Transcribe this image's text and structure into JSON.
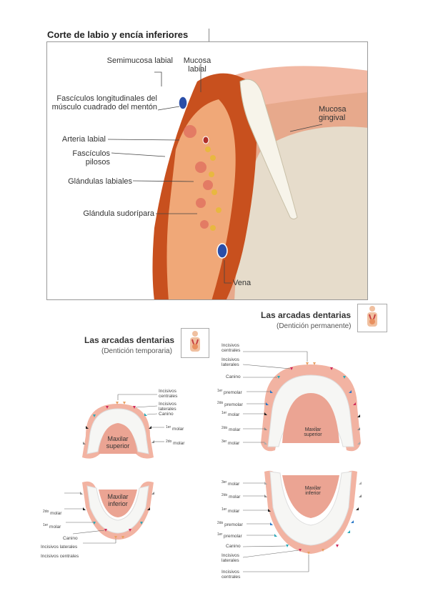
{
  "diagram": {
    "title": "Corte de labio y encía inferiores",
    "labels": {
      "semimucosa": "Semimucosa labial",
      "mucosa_labial": "Mucosa labial",
      "fasciculos_long": "Fascículos longitudinales del músculo cuadrado del mentón",
      "arteria": "Arteria labial",
      "fasciculos_pilosos": "Fascículos pilosos",
      "glandulas": "Glándulas labiales",
      "sudoripara": "Glándula sudorípara",
      "mucosa_gingival": "Mucosa gingival",
      "vena": "Vena"
    }
  },
  "permanent": {
    "title": "Las arcadas dentarias",
    "subtitle": "(Dentición permanente)",
    "upper_label": "Maxilar superior",
    "lower_label": "Maxilar inferior",
    "upper": {
      "inc_centrales": "Incisivos centrales",
      "inc_laterales": "Incisivos laterales",
      "canino": "Canino",
      "premolar1_num": "1er",
      "premolar1": "premolar",
      "premolar2_num": "2do",
      "premolar2": "premolar",
      "molar1_num": "1er",
      "molar1": "molar",
      "molar2_num": "2do",
      "molar2": "molar",
      "molar3_num": "3er",
      "molar3": "molar"
    },
    "lower": {
      "molar3_num": "3er",
      "molar3": "molar",
      "molar2_num": "2do",
      "molar2": "molar",
      "molar1_num": "1er",
      "molar1": "molar",
      "premolar2_num": "2do",
      "premolar2": "premolar",
      "premolar1_num": "1er",
      "premolar1": "premolar",
      "canino": "Canino",
      "inc_laterales": "Incisivos laterales",
      "inc_centrales": "Incisivos centrales"
    }
  },
  "temporary": {
    "title": "Las arcadas dentarias",
    "subtitle": "(Dentición temporaria)",
    "upper_label": "Maxilar superior",
    "lower_label": "Maxilar inferior",
    "upper": {
      "inc_centrales": "Incisivos centrales",
      "inc_laterales": "Incisivos laterales",
      "canino": "Canino",
      "molar1_num": "1er",
      "molar1": "molar",
      "molar2_num": "2do",
      "molar2": "molar"
    },
    "lower": {
      "molar2_num": "2do",
      "molar2": "molar",
      "molar1_num": "1er",
      "molar1": "molar",
      "canino": "Canino",
      "inc_laterales": "Incisivos laterales",
      "inc_centrales": "Incisivos centrales"
    }
  },
  "colors": {
    "tissue": "#c8501e",
    "tissue_light": "#f0a878",
    "bone": "#e6dccb",
    "gum": "#f2b3a2",
    "tooth": "#f7f7f5",
    "marker_cyan": "#2aa8b8",
    "marker_magenta": "#d0285a",
    "marker_orange": "#e8a060",
    "marker_blue": "#2a78c8",
    "marker_black": "#222222",
    "marker_gray": "#888888"
  }
}
